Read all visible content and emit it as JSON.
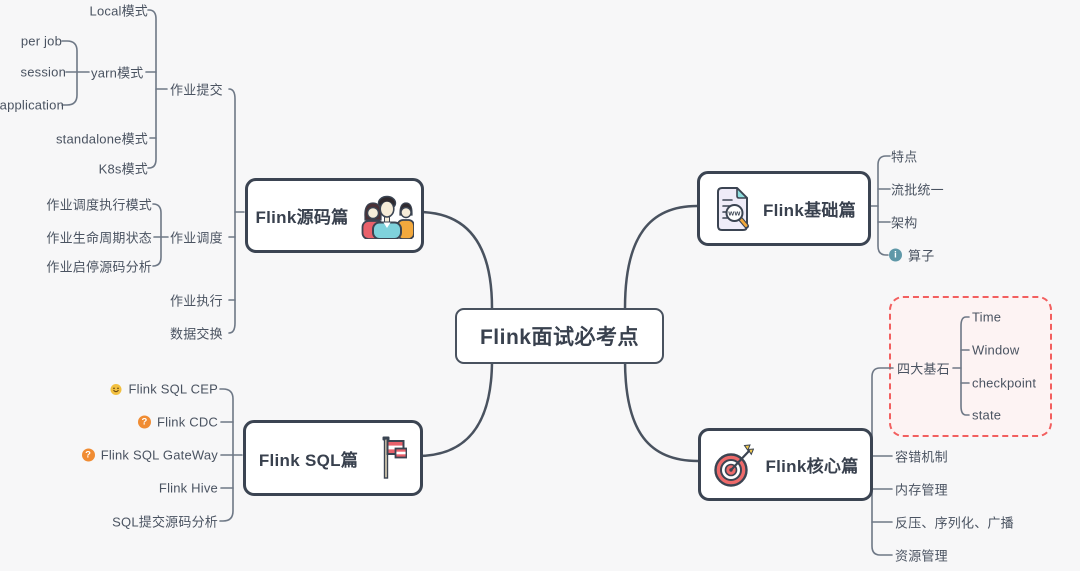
{
  "colors": {
    "background": "#f7f7f8",
    "node_border": "#3b4452",
    "main_branch_line": "#49525f",
    "sub_branch_line": "#6e7886",
    "text": "#4a5361",
    "highlight_box_border": "#f25f5f",
    "highlight_box_fill": "#fdf3f3",
    "marker_question": "#f08c33",
    "marker_info": "#5f98a8",
    "marker_smiley": "#f2c040",
    "icon_red": "#e8616b",
    "icon_teal": "#7fd2dc",
    "icon_orange": "#f3a93d"
  },
  "markers": {
    "question_glyph": "?",
    "info_glyph": "i"
  },
  "center": {
    "label": "Flink面试必考点"
  },
  "source": {
    "label": "Flink源码篇",
    "icon": "team-icon",
    "children": {
      "submit": {
        "label": "作业提交"
      },
      "local": {
        "label": "Local模式"
      },
      "yarn": {
        "label": "yarn模式"
      },
      "perjob": {
        "label": "per job"
      },
      "session": {
        "label": "session"
      },
      "application": {
        "label": "application"
      },
      "standalone": {
        "label": "standalone模式"
      },
      "k8s": {
        "label": "K8s模式"
      },
      "schedule": {
        "label": "作业调度"
      },
      "sched_mode": {
        "label": "作业调度执行模式"
      },
      "lifecycle": {
        "label": "作业生命周期状态"
      },
      "startstop": {
        "label": "作业启停源码分析"
      },
      "execute": {
        "label": "作业执行"
      },
      "exchange": {
        "label": "数据交换"
      }
    }
  },
  "basic": {
    "label": "Flink基础篇",
    "icon": "document-search-icon",
    "icon_text": "ww",
    "children": {
      "features": {
        "label": "特点"
      },
      "stream_batch": {
        "label": "流批统一"
      },
      "architecture": {
        "label": "架构"
      },
      "operator": {
        "label": "算子"
      }
    }
  },
  "sql": {
    "label": "Flink SQL篇",
    "icon": "flag-icon",
    "children": {
      "cep": {
        "label": "Flink SQL CEP"
      },
      "cdc": {
        "label": "Flink CDC"
      },
      "gateway": {
        "label": "Flink SQL GateWay"
      },
      "hive": {
        "label": "Flink Hive"
      },
      "submit_analysis": {
        "label": "SQL提交源码分析"
      }
    }
  },
  "core": {
    "label": "Flink核心篇",
    "icon": "target-icon",
    "children": {
      "cornerstones": {
        "label": "四大基石"
      },
      "time": {
        "label": "Time"
      },
      "window": {
        "label": "Window"
      },
      "checkpoint": {
        "label": "checkpoint"
      },
      "state": {
        "label": "state"
      },
      "fault_tolerance": {
        "label": "容错机制"
      },
      "memory": {
        "label": "内存管理"
      },
      "backpressure": {
        "label": "反压、序列化、广播"
      },
      "resource": {
        "label": "资源管理"
      }
    }
  }
}
